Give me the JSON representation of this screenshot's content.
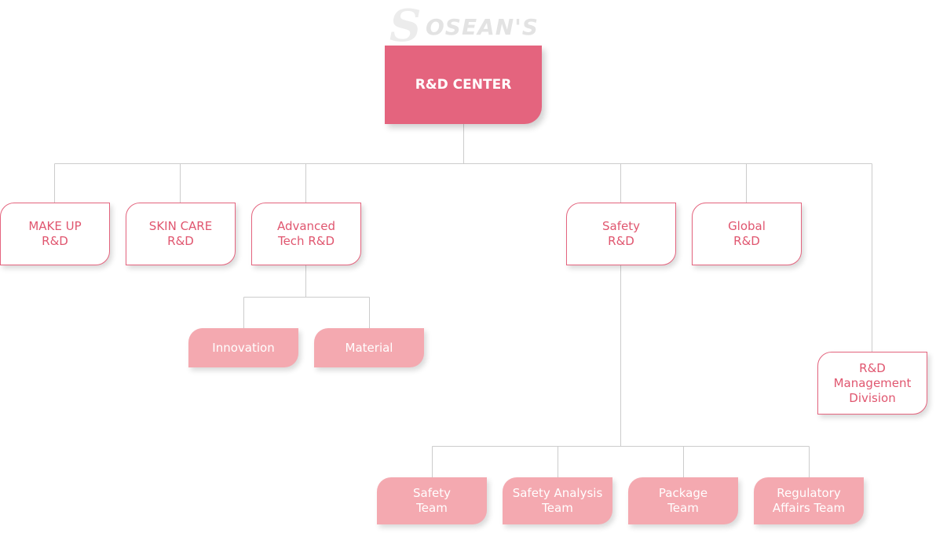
{
  "logo": {
    "text": "OSEAN'S",
    "initial": "S"
  },
  "root": {
    "label": "R&D CENTER"
  },
  "divisions": {
    "makeup": "MAKE UP\nR&D",
    "skincare": "SKIN CARE\nR&D",
    "advanced": "Advanced\nTech R&D",
    "safety": "Safety\nR&D",
    "global": "Global\nR&D",
    "management": "R&D\nManagement\nDivision"
  },
  "teams": {
    "innovation": "Innovation",
    "material": "Material",
    "safety_team": "Safety\nTeam",
    "safety_analysis": "Safety Analysis\nTeam",
    "package": "Package\nTeam",
    "regulatory": "Regulatory\nAffairs Team"
  },
  "colors": {
    "root_fill": "#e4647e",
    "division_border": "#e4647e",
    "division_text": "#e0566f",
    "team_fill": "#f4a9b0",
    "connector": "#cccccc"
  }
}
